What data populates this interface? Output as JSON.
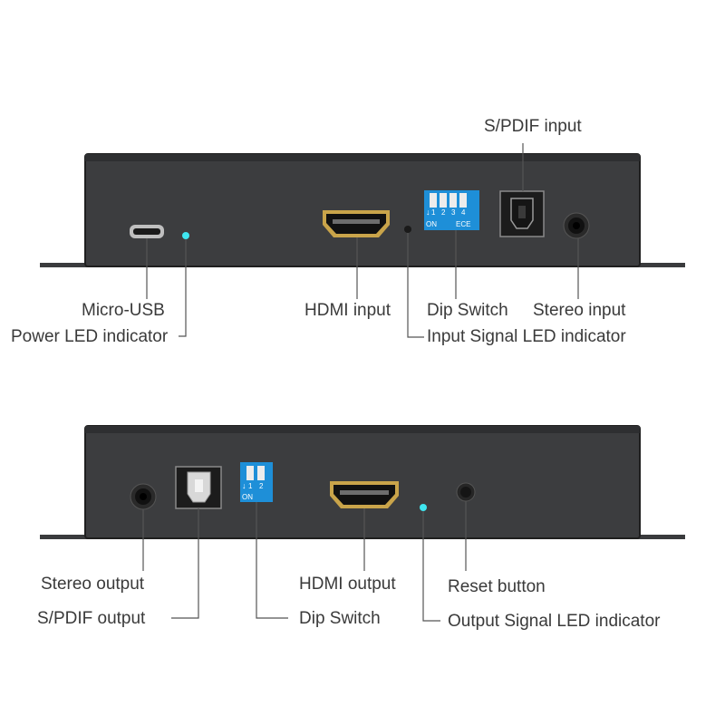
{
  "colors": {
    "chassis": "#3c3d3f",
    "chassis_edge": "#222222",
    "hdmi_gold": "#c9a44a",
    "dip_blue": "#1e8fd8",
    "led_cyan": "#3fe6f0",
    "leader_line": "#555555"
  },
  "input_panel": {
    "callouts": {
      "spdif_input": "S/PDIF input",
      "micro_usb": "Micro-USB",
      "power_led": "Power LED indicator",
      "hdmi_input": "HDMI input",
      "dip_switch": "Dip Switch",
      "stereo_input": "Stereo input",
      "input_signal_led": "Input Signal LED indicator"
    },
    "dip_switch": {
      "numbers": [
        "1",
        "2",
        "3",
        "4"
      ],
      "on_label": "ON",
      "ece_label": "ECE",
      "arrow": "↓"
    }
  },
  "output_panel": {
    "callouts": {
      "stereo_output": "Stereo output",
      "spdif_output": "S/PDIF output",
      "dip_switch": "Dip Switch",
      "hdmi_output": "HDMI output",
      "reset_button": "Reset button",
      "output_signal_led": "Output Signal LED indicator"
    },
    "dip_switch": {
      "numbers": [
        "1",
        "2"
      ],
      "on_label": "ON",
      "arrow": "↓"
    }
  }
}
